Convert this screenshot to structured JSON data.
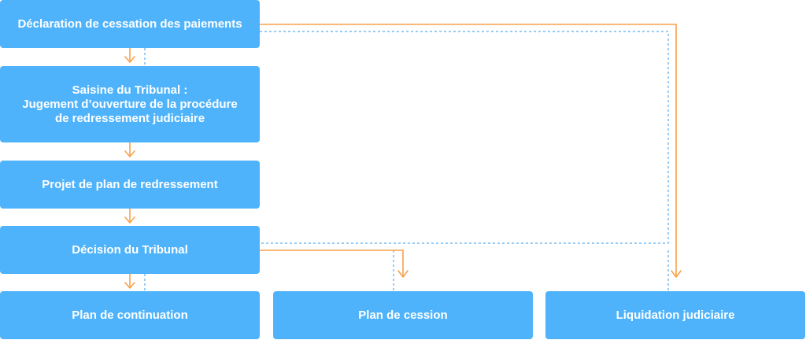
{
  "colors": {
    "box_fill": "#4fb3fb",
    "box_text": "#ffffff",
    "solid_connector": "#f7a24b",
    "dashed_connector": "#57aef5"
  },
  "boxes": {
    "declaration": "Déclaration de cessation des paiements",
    "saisine_lines": [
      "Saisine du Tribunal :",
      "Jugement d’ouverture de la procédure",
      "de redressement judiciaire"
    ],
    "projet": "Projet de plan de redressement",
    "decision": "Décision du Tribunal",
    "continuation": "Plan de continuation",
    "cession": "Plan de cession",
    "liquidation": "Liquidation judiciaire"
  },
  "icons": {
    "arrow": "down-arrow-icon"
  }
}
